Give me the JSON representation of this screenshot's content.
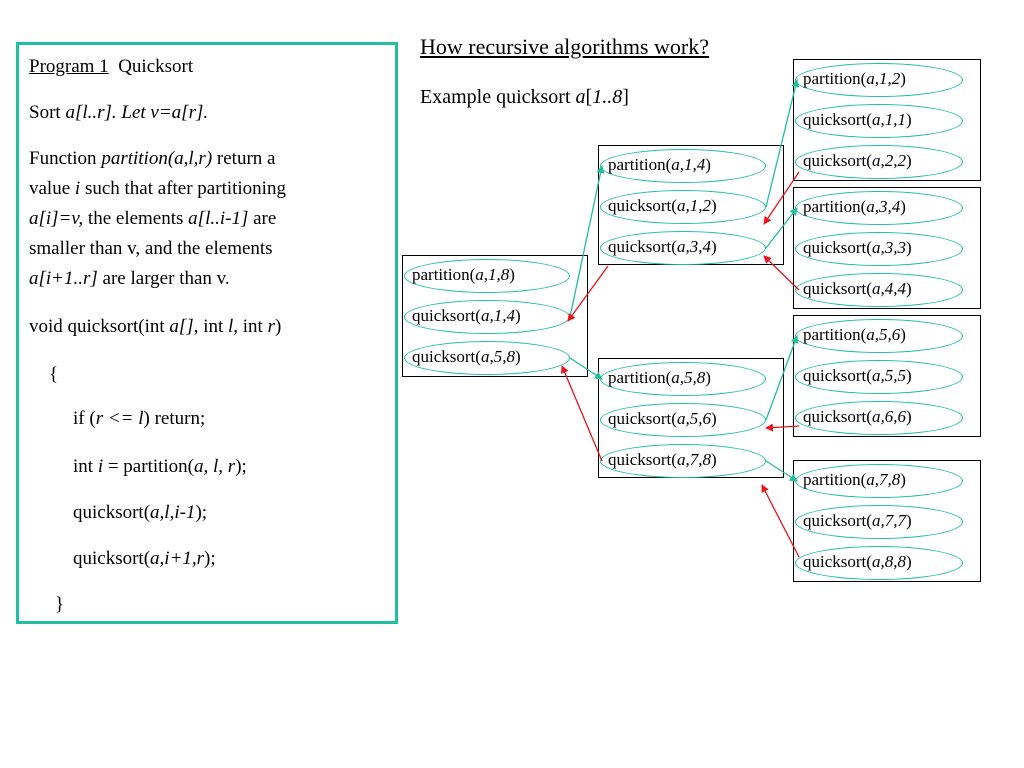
{
  "program": {
    "heading_label": "Program 1",
    "heading_name": "Quicksort",
    "sort_prefix": "Sort ",
    "sort_italic": "a[l..r]. Let v=a[r].",
    "func_text": "Function ",
    "func_name": "partition",
    "func_args": "(a,l,r)",
    "func_rest": " return a",
    "line_value": "value ",
    "line_value_i": "i",
    "line_value_rest": " such that after partitioning",
    "line_a1": "a[i]=v,",
    "line_a1_rest": " the elements ",
    "line_a1_b": "a[l..i-1]",
    "line_a1_end": " are",
    "line_smaller": "smaller than v, and the elements",
    "line_a2": "a[i+1..r]",
    "line_a2_rest": " are larger than v.",
    "void_line": "void quicksort(int ",
    "void_a": "a[],",
    "void_int": " int ",
    "void_l": "l",
    "void_int2": ", int ",
    "void_r": "r",
    "void_close": ")",
    "brace_open": "{",
    "if_line_pre": "if (",
    "if_cond": "r <= l",
    "if_line_post": ") return;",
    "int_line_pre": "int ",
    "int_i": "i",
    "int_eq": " = partition(",
    "int_args": "a, l, r",
    "int_end": ");",
    "qs1_pre": "quicksort(",
    "qs1_args": "a,l,i-1",
    "qs1_end": ");",
    "qs2_pre": "quicksort(",
    "qs2_args": "a,i+1,r",
    "qs2_end": ");",
    "brace_close": "}"
  },
  "title": "How recursive algorithms work?",
  "example": {
    "prefix": "Example  quicksort ",
    "a": "a",
    "range_open": "[",
    "range": "1..8",
    "range_close": "]"
  },
  "calls": [
    {
      "id": "p18",
      "fn": "partition",
      "args": "a,1,8"
    },
    {
      "id": "q14",
      "fn": "quicksort",
      "args": "a,1,4"
    },
    {
      "id": "q58",
      "fn": "quicksort",
      "args": "a,5,8"
    },
    {
      "id": "p14",
      "fn": "partition",
      "args": "a,1,4"
    },
    {
      "id": "q12",
      "fn": "quicksort",
      "args": "a,1,2"
    },
    {
      "id": "q34",
      "fn": "quicksort",
      "args": "a,3,4"
    },
    {
      "id": "p58",
      "fn": "partition",
      "args": "a,5,8"
    },
    {
      "id": "q56",
      "fn": "quicksort",
      "args": "a,5,6"
    },
    {
      "id": "q78",
      "fn": "quicksort",
      "args": "a,7,8"
    },
    {
      "id": "p12",
      "fn": "partition",
      "args": "a,1,2"
    },
    {
      "id": "q11",
      "fn": "quicksort",
      "args": "a,1,1"
    },
    {
      "id": "q22",
      "fn": "quicksort",
      "args": "a,2,2"
    },
    {
      "id": "p34",
      "fn": "partition",
      "args": "a,3,4"
    },
    {
      "id": "q33",
      "fn": "quicksort",
      "args": "a,3,3"
    },
    {
      "id": "q44",
      "fn": "quicksort",
      "args": "a,4,4"
    },
    {
      "id": "p56",
      "fn": "partition",
      "args": "a,5,6"
    },
    {
      "id": "q55",
      "fn": "quicksort",
      "args": "a,5,5"
    },
    {
      "id": "q66",
      "fn": "quicksort",
      "args": "a,6,6"
    },
    {
      "id": "p78",
      "fn": "partition",
      "args": "a,7,8"
    },
    {
      "id": "q77",
      "fn": "quicksort",
      "args": "a,7,7"
    },
    {
      "id": "q88",
      "fn": "quicksort",
      "args": "a,8,8"
    }
  ],
  "colors": {
    "ellipse": "#1fbf9f",
    "call_arrow": "#1fbf9f",
    "return_arrow": "#e8141e",
    "frame": "#1fbf9f"
  }
}
